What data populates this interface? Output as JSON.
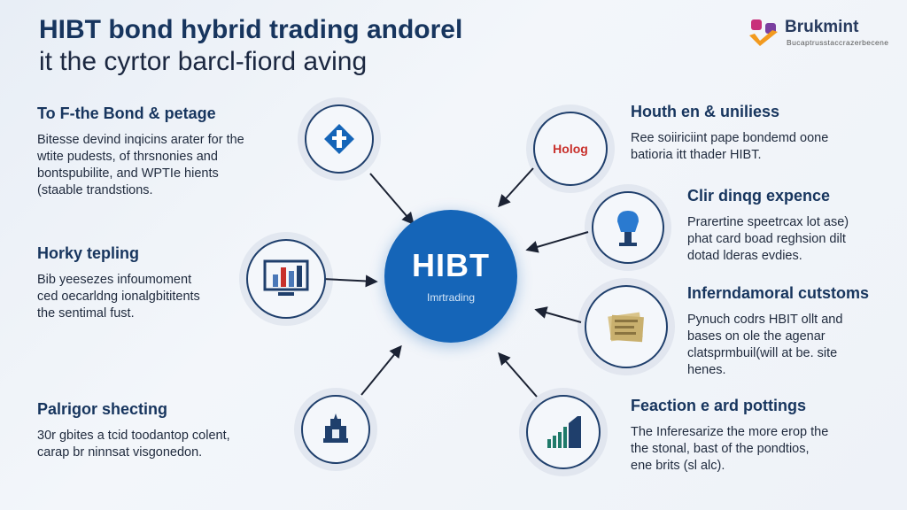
{
  "header": {
    "title_line1": "HIBT bond hybrid trading andorel",
    "title_line2": "it the cyrtor barcl-fiord aving"
  },
  "logo": {
    "brand": "Brukmint",
    "tagline": "Bucaptrusstaccrazerbecene"
  },
  "hub": {
    "title": "HIBT",
    "subtitle": "Imrtrading"
  },
  "left_blocks": [
    {
      "title": "To F-the Bond & petage",
      "lines": [
        "Bitesse devind inqicins arater for the",
        "wtite pudests, of thrsnonies and",
        "bontspubilite, and WPTIe hients",
        "(staable trandstions."
      ]
    },
    {
      "title": "Horky tepling",
      "lines": [
        "Bib yeesezes infoumoment",
        "ced oecarldng ionalgbititents",
        "the sentimal fust."
      ]
    },
    {
      "title": "Palrigor shecting",
      "lines": [
        "30r gbites a tcid toodantop colent,",
        "carap br ninnsat visgonedon."
      ]
    }
  ],
  "right_blocks": [
    {
      "title": "Houth en & uniliess",
      "lines": [
        "Ree soiiriciint pape bondemd oone",
        "batioria itt thader HIBT."
      ]
    },
    {
      "title": "Clir dinqg expence",
      "lines": [
        "Prarertine speetrcax lot ase)",
        "phat card boad reghsion dilt",
        "dotad lderas evdies."
      ]
    },
    {
      "title": "Inferndamoral cutstoms",
      "lines": [
        "Pynuch codrs HBIT ollt and",
        "bases on ole the agenar",
        "clatsprmbuil(will at be. site",
        "henes."
      ]
    },
    {
      "title": "Feaction e ard pottings",
      "lines": [
        "The Inferesarize the more erop the",
        "the stonal, bast of the pondtios,",
        "ene brits (sl alc)."
      ]
    }
  ],
  "icons": {
    "tl": "gavel-badge-icon",
    "l": "bar-chart-monitor-icon",
    "bl": "building-icon",
    "tr": "holog-sign-icon",
    "r1": "microphone-icon",
    "r2": "document-stack-icon",
    "br": "rising-chart-icon"
  },
  "colors": {
    "hub": "#1565b8",
    "title": "#17355e",
    "accent_red": "#c8302b"
  }
}
